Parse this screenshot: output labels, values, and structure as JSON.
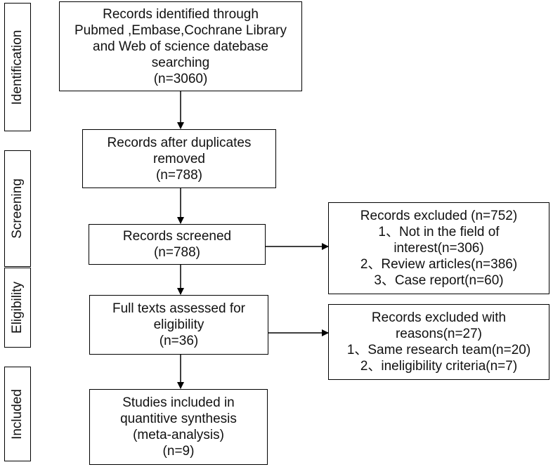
{
  "stages": [
    {
      "id": "identification",
      "label": "Identification"
    },
    {
      "id": "screening",
      "label": "Screening"
    },
    {
      "id": "eligibility",
      "label": "Eligibility"
    },
    {
      "id": "included",
      "label": "Included"
    }
  ],
  "boxes": {
    "identified": {
      "lines": [
        "Records identified through",
        "Pubmed ,Embase,Cochrane Library",
        "and Web of science datebase",
        "searching",
        "(n=3060)"
      ]
    },
    "duplicates_removed": {
      "lines": [
        "Records after duplicates",
        "removed",
        "(n=788)"
      ]
    },
    "screened": {
      "lines": [
        "Records screened",
        "(n=788)"
      ]
    },
    "excluded": {
      "lines": [
        "Records excluded (n=752)",
        "1、Not in the field of",
        "interest(n=306)",
        "2、Review articles(n=386)",
        "3、Case report(n=60)"
      ]
    },
    "full_texts": {
      "lines": [
        "Full texts assessed for",
        "eligibility",
        "(n=36)"
      ]
    },
    "excluded_reasons": {
      "lines": [
        "Records excluded with",
        "reasons(n=27)",
        "1、Same research team(n=20)",
        "2、ineligibility criteria(n=7)"
      ]
    },
    "included": {
      "lines": [
        "Studies included in",
        "quantitive synthesis",
        "(meta-analysis)",
        "(n=9)"
      ]
    }
  }
}
